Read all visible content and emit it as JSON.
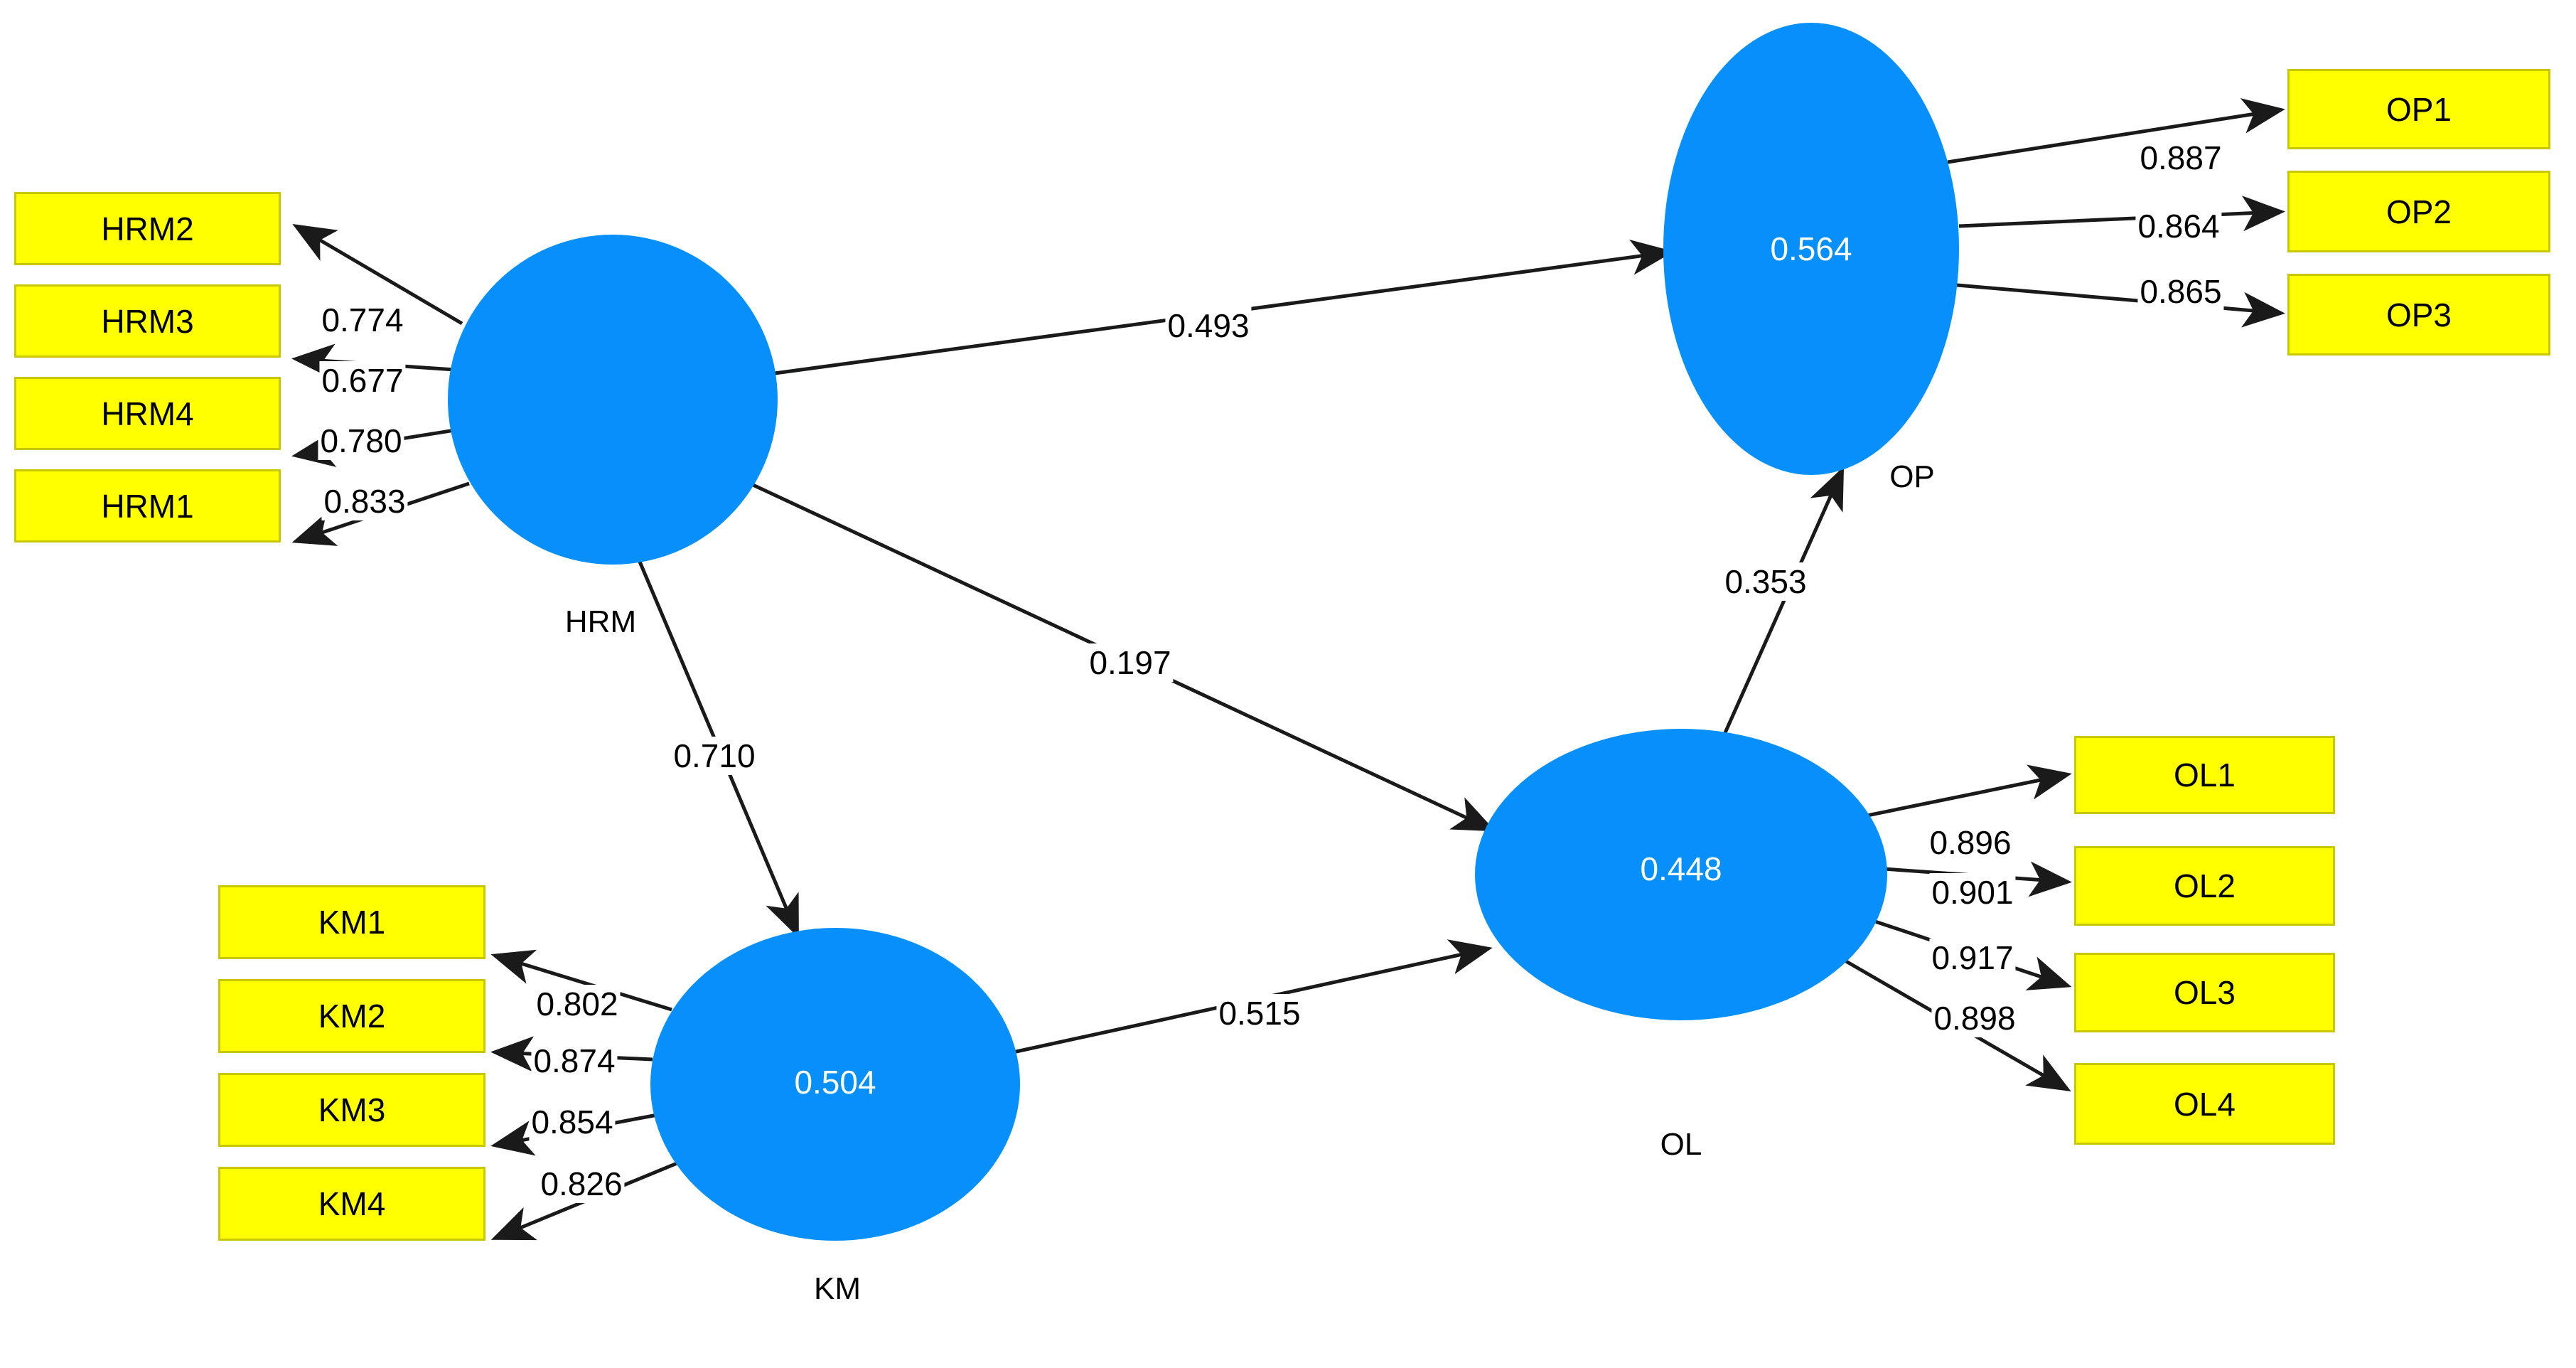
{
  "diagram": {
    "type": "sem-path-diagram",
    "colors": {
      "construct_fill": "#0790fb",
      "indicator_fill": "#ffff00",
      "indicator_border": "#c8c800",
      "path_stroke": "#1a1a1a",
      "r2_text": "#ffffff",
      "label_text": "#000000",
      "background": "#ffffff"
    }
  },
  "constructs": {
    "hrm": {
      "name": "HRM",
      "r2": ""
    },
    "km": {
      "name": "KM",
      "r2": "0.504"
    },
    "ol": {
      "name": "OL",
      "r2": "0.448"
    },
    "op": {
      "name": "OP",
      "r2": "0.564"
    }
  },
  "indicators": {
    "hrm": [
      {
        "name": "HRM2",
        "loading": "0.774"
      },
      {
        "name": "HRM3",
        "loading": "0.677"
      },
      {
        "name": "HRM4",
        "loading": "0.780"
      },
      {
        "name": "HRM1",
        "loading": "0.833"
      }
    ],
    "km": [
      {
        "name": "KM1",
        "loading": "0.802"
      },
      {
        "name": "KM2",
        "loading": "0.874"
      },
      {
        "name": "KM3",
        "loading": "0.854"
      },
      {
        "name": "KM4",
        "loading": "0.826"
      }
    ],
    "ol": [
      {
        "name": "OL1",
        "loading": "0.896"
      },
      {
        "name": "OL2",
        "loading": "0.901"
      },
      {
        "name": "OL3",
        "loading": "0.917"
      },
      {
        "name": "OL4",
        "loading": "0.898"
      }
    ],
    "op": [
      {
        "name": "OP1",
        "loading": "0.887"
      },
      {
        "name": "OP2",
        "loading": "0.864"
      },
      {
        "name": "OP3",
        "loading": "0.865"
      }
    ]
  },
  "paths": [
    {
      "id": "hrm-op",
      "from": "HRM",
      "to": "OP",
      "coefficient": "0.493"
    },
    {
      "id": "hrm-ol",
      "from": "HRM",
      "to": "OL",
      "coefficient": "0.197"
    },
    {
      "id": "hrm-km",
      "from": "HRM",
      "to": "KM",
      "coefficient": "0.710"
    },
    {
      "id": "km-ol",
      "from": "KM",
      "to": "OL",
      "coefficient": "0.515"
    },
    {
      "id": "ol-op",
      "from": "OL",
      "to": "OP",
      "coefficient": "0.353"
    }
  ],
  "chart_data": {
    "type": "diagram",
    "title": "",
    "latent_variables": [
      "HRM",
      "KM",
      "OL",
      "OP"
    ],
    "r_squared": {
      "HRM": null,
      "KM": 0.504,
      "OL": 0.448,
      "OP": 0.564
    },
    "outer_loadings": {
      "HRM": {
        "HRM1": 0.833,
        "HRM2": 0.774,
        "HRM3": 0.677,
        "HRM4": 0.78
      },
      "KM": {
        "KM1": 0.802,
        "KM2": 0.874,
        "KM3": 0.854,
        "KM4": 0.826
      },
      "OL": {
        "OL1": 0.896,
        "OL2": 0.901,
        "OL3": 0.917,
        "OL4": 0.898
      },
      "OP": {
        "OP1": 0.887,
        "OP2": 0.864,
        "OP3": 0.865
      }
    },
    "path_coefficients": [
      {
        "from": "HRM",
        "to": "OP",
        "value": 0.493
      },
      {
        "from": "HRM",
        "to": "OL",
        "value": 0.197
      },
      {
        "from": "HRM",
        "to": "KM",
        "value": 0.71
      },
      {
        "from": "KM",
        "to": "OL",
        "value": 0.515
      },
      {
        "from": "OL",
        "to": "OP",
        "value": 0.353
      }
    ]
  }
}
